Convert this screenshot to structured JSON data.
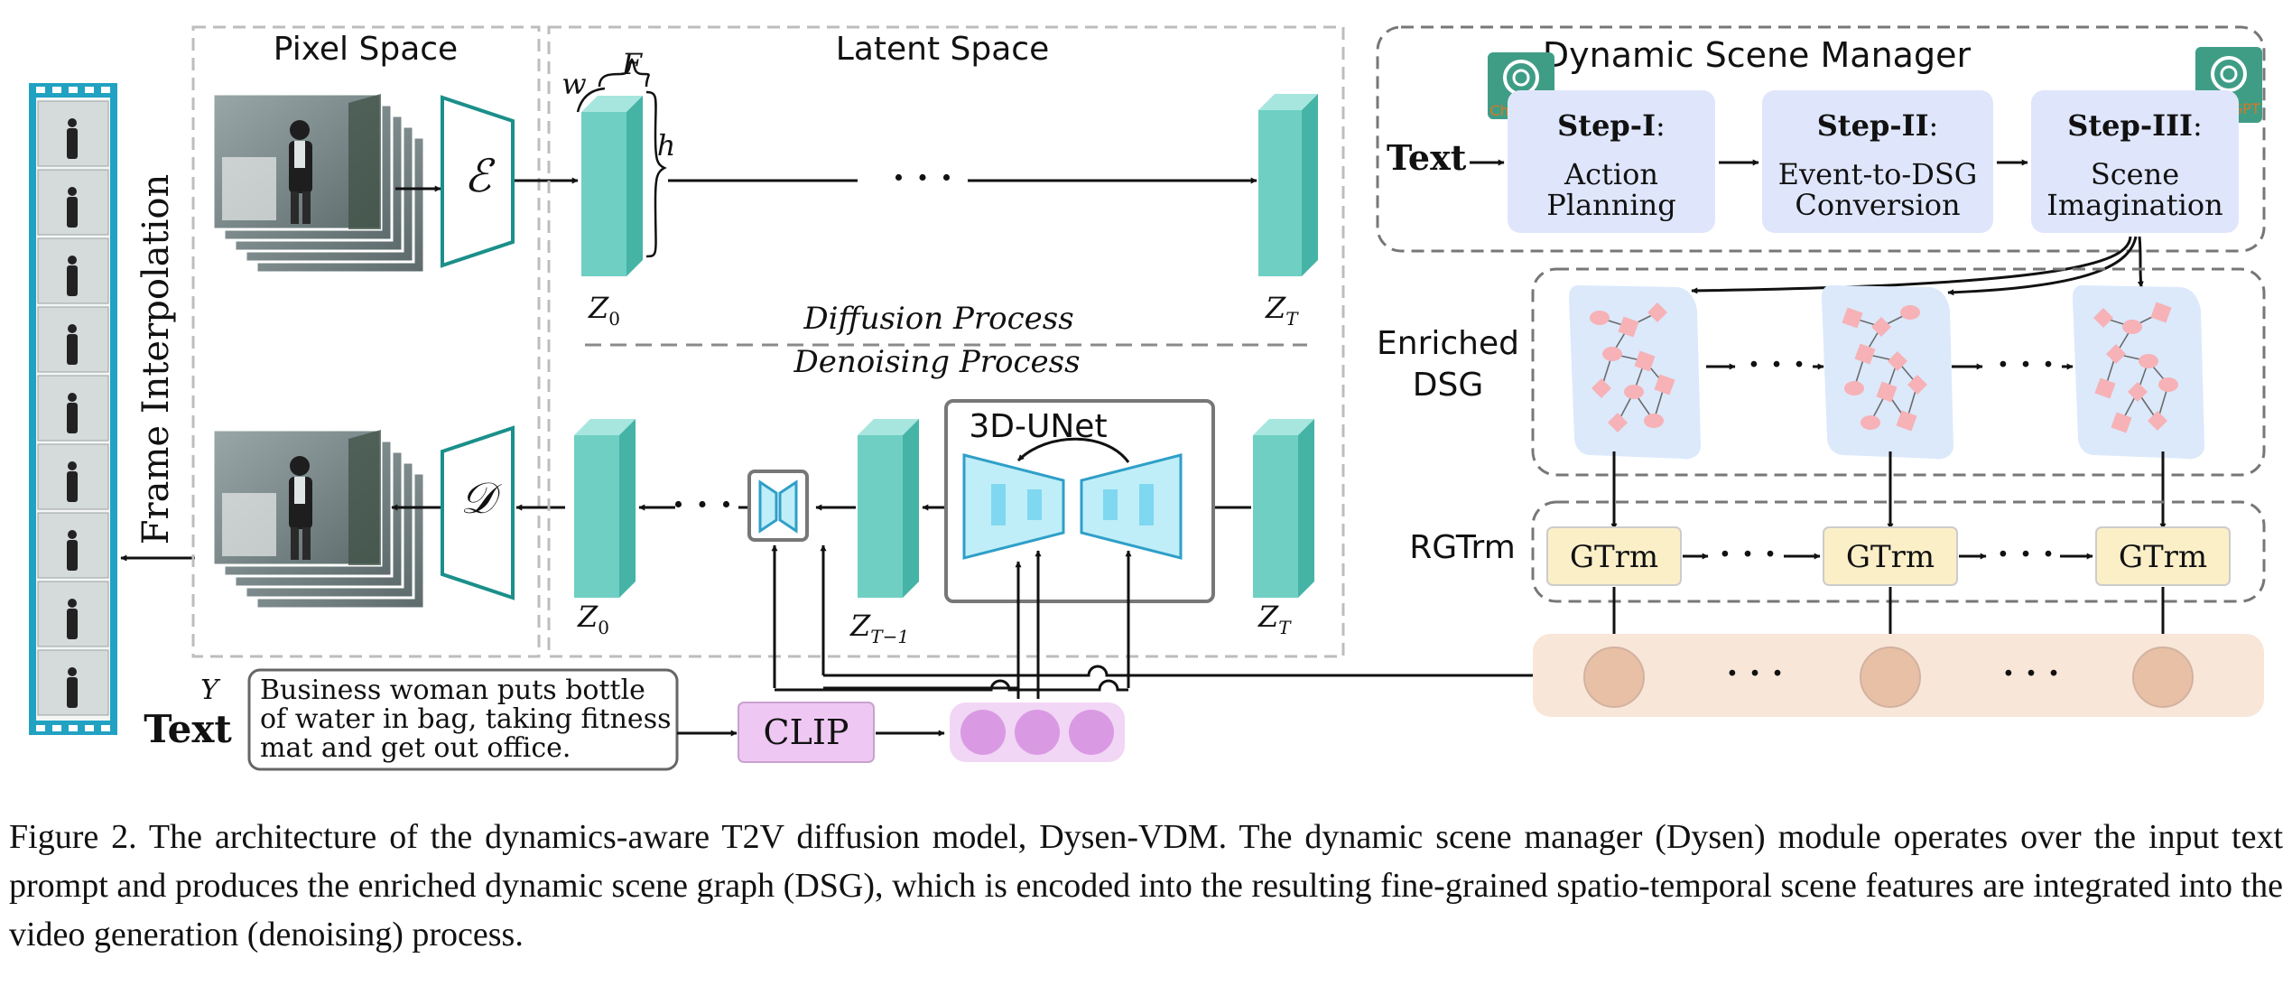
{
  "labels": {
    "pixel_space": "Pixel Space",
    "latent_space": "Latent Space",
    "frame_interpolation": "Frame Interpolation",
    "encoder": "ℰ",
    "decoder": "𝒟",
    "x": "",
    "x_bar": "",
    "w": "w",
    "f": "F",
    "h": "h",
    "z0": "Z",
    "z0_sub": "0",
    "zt": "Z",
    "zt_sub": "T",
    "ztm1": "Z",
    "ztm1_sub": "T−1",
    "dots": "· · ·",
    "diffusion": "Diffusion Process",
    "denoising": "Denoising Process",
    "unet": "3D-UNet",
    "y": "Y",
    "text": "Text",
    "clip": "CLIP",
    "prompt": [
      "Business woman puts bottle",
      "of water in bag, taking fitness",
      "mat and get out office."
    ]
  },
  "dysen": {
    "title": "Dynamic Scene Manager",
    "text_input": "Text",
    "chatgpt_badge": "ChatGPT",
    "steps": [
      {
        "label": "Step-I",
        "lines": [
          "Action",
          "Planning"
        ]
      },
      {
        "label": "Step-II",
        "lines": [
          "Event-to-DSG",
          "Conversion"
        ]
      },
      {
        "label": "Step-III",
        "lines": [
          "Scene",
          "Imagination"
        ]
      }
    ],
    "enriched_dsg": [
      "Enriched",
      "DSG"
    ],
    "rgtrm": "RGTrm",
    "gtrm": "GTrm",
    "dots": "· · ·"
  },
  "caption": "Figure 2.  The architecture of the dynamics-aware T2V diffusion model, Dysen-VDM. The dynamic scene manager (Dysen) module operates over the input text prompt and produces the enriched dynamic scene graph (DSG), which is encoded into the resulting fine-grained spatio-temporal scene features are integrated into the video generation (denoising) process.",
  "colors": {
    "latent_front": "#6fcfc3",
    "latent_side": "#45b4a6",
    "latent_top": "#a7e6de",
    "teal_outline": "#1b8f8a",
    "unet_fill": "#bfeef8",
    "unet_stroke": "#2f9fc8",
    "step_fill": "#dfe6fb",
    "gtrm_fill": "#fbefc8",
    "clip_fill": "#eec8f2",
    "token_fill": "#d99ae3",
    "dsg_bg": "#dbe9fb",
    "dsg_node": "#f6b2b6",
    "feat_band": "#f8e6d8",
    "feat_node": "#e8c0a6",
    "chatgpt": "#3f9d86",
    "chatgpt_text": "#d9771f",
    "film": "#21a2c2"
  }
}
